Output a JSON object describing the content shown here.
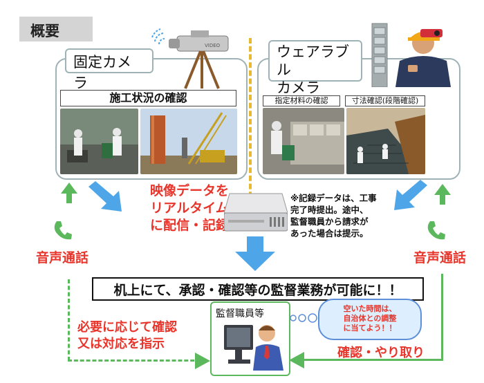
{
  "header": {
    "title": "概要"
  },
  "fixed_camera": {
    "label": "固定カメラ",
    "caption": "施工状況の確認"
  },
  "wearable_camera": {
    "label_line1": "ウェアラブル",
    "label_line2": "カメラ",
    "caption_material": "指定材料の確認",
    "caption_dimension": "寸法確認(段階確認)"
  },
  "stream": {
    "line1": "映像データを",
    "line2": "リアルタイム",
    "line3": "に配信・記録"
  },
  "note": {
    "line1": "※記録データは、工事",
    "line2": "完了時提出。途中、",
    "line3": "監督職員から請求が",
    "line4": "あった場合は提示。"
  },
  "voice_call_left": "音声通話",
  "voice_call_right": "音声通話",
  "banner": "机上にて、承認・確認等の監督業務が可能に！！",
  "supervisor": {
    "label": "監督職員等"
  },
  "bubble": {
    "line1": "空いた時間は、",
    "line2": "自治体との調整",
    "line3": "に当てよう！！"
  },
  "instruct": {
    "line1": "必要に応じて確認",
    "line2": "又は対応を指示"
  },
  "exchange": "確認・やり取り",
  "colors": {
    "green": "#5cb85c",
    "blue": "#4ea6e8",
    "red": "#e8352b",
    "yellow": "#e8b830"
  }
}
